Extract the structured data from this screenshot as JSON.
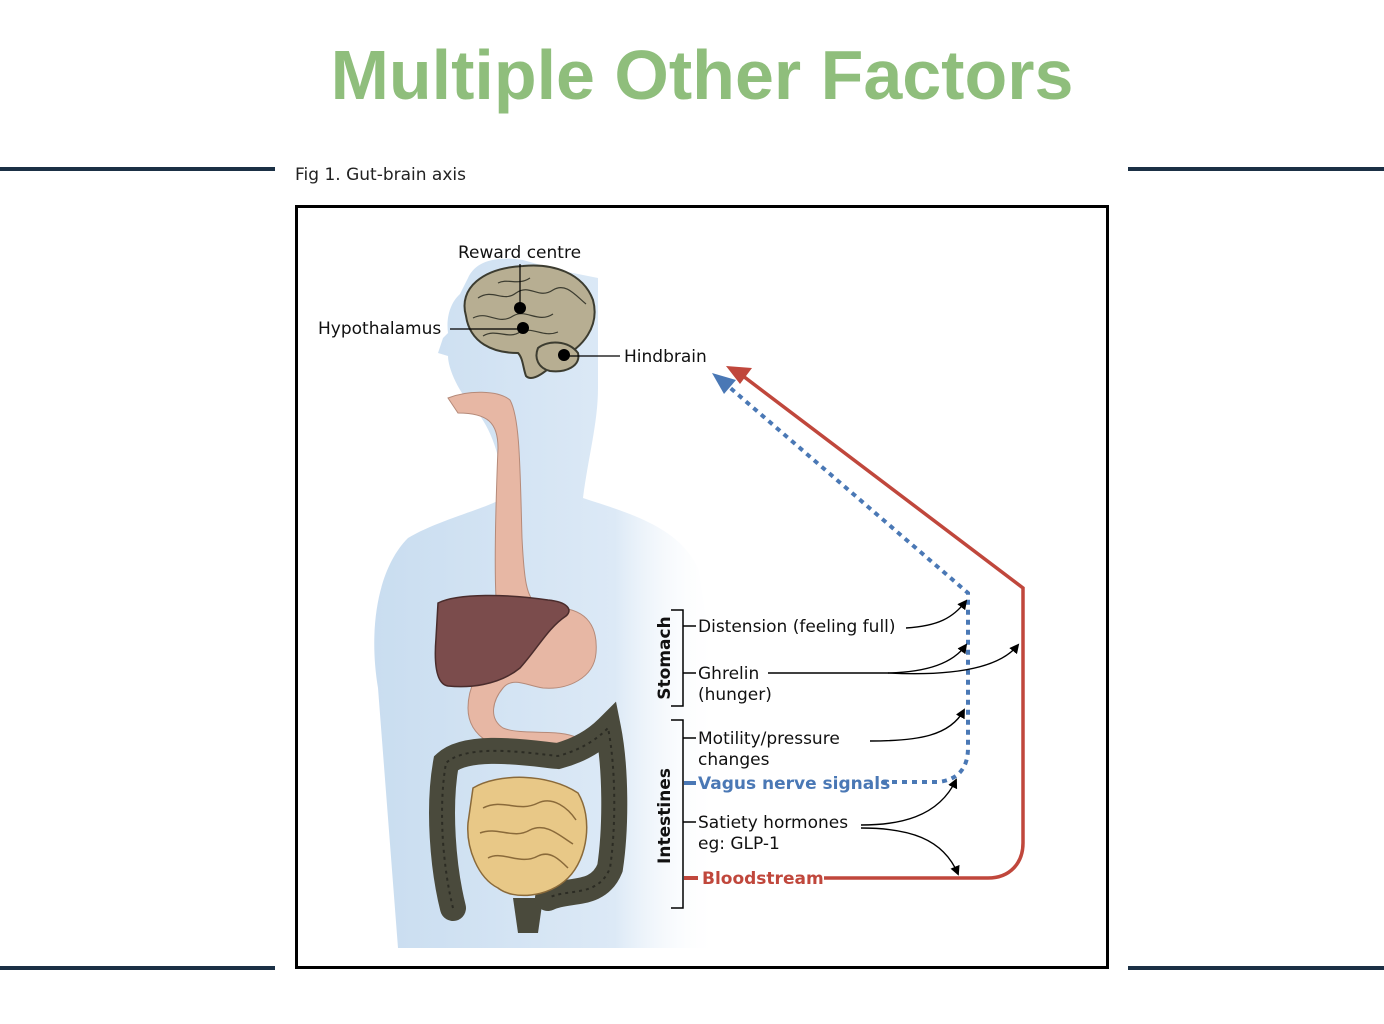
{
  "slide": {
    "title": "Multiple Other Factors"
  },
  "figure": {
    "caption": "Fig 1. Gut-brain axis",
    "brain_labels": {
      "reward_centre": "Reward centre",
      "hypothalamus": "Hypothalamus",
      "hindbrain": "Hindbrain"
    },
    "groups": {
      "stomach": "Stomach",
      "intestines": "Intestines"
    },
    "signals": {
      "distension": "Distension (feeling full)",
      "ghrelin_line1": "Ghrelin",
      "ghrelin_line2": "(hunger)",
      "motility_line1": "Motility/pressure",
      "motility_line2": "changes",
      "vagus": "Vagus nerve signals",
      "satiety_line1": "Satiety hormones",
      "satiety_line2": "eg: GLP-1",
      "bloodstream": "Bloodstream"
    },
    "colors": {
      "title": "#8fbe7c",
      "rule": "#1b3045",
      "vagus": "#4a78b5",
      "bloodstream": "#c0473c",
      "body": "#d6e6f4",
      "brain": "#b7ae92",
      "esophagus": "#e7b7a4",
      "liver": "#7b4c4c",
      "colon": "#4a4a3c",
      "small_intestine": "#e8c887"
    }
  }
}
